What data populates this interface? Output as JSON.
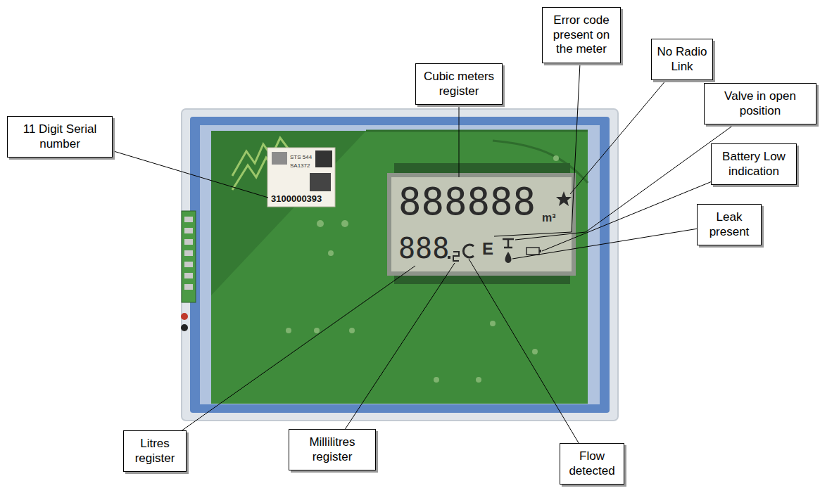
{
  "diagram": {
    "nodes": [
      {
        "text": [
          "Cubic meters register"
        ]
      },
      {
        "text": [
          "Error code present on the meter"
        ]
      },
      {
        "text": [
          "No Radio Link"
        ]
      },
      {
        "text": [
          "11 Digit Serial number"
        ]
      },
      {
        "text": [
          "Valve in open position"
        ]
      },
      {
        "text": [
          "Battery Low indication"
        ]
      },
      {
        "text": [
          "Leak present"
        ]
      },
      {
        "text": [
          "Litres register"
        ]
      },
      {
        "text": [
          "Millilitres register"
        ]
      },
      {
        "text": [
          "Flow detected"
        ]
      }
    ],
    "labels": [
      "888888",
      "m³",
      "888",
      "E",
      "3100000393",
      "STS 544",
      "SA1372"
    ]
  }
}
